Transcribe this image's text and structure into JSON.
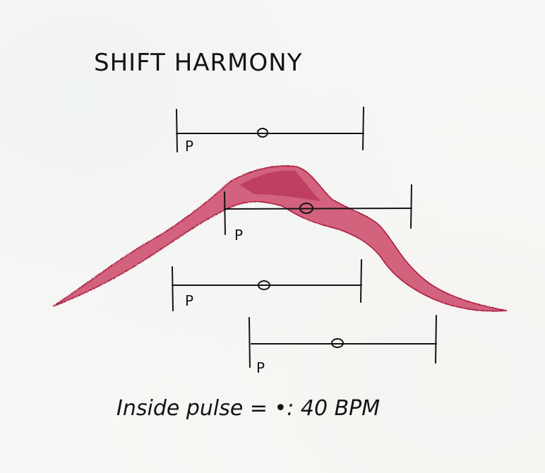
{
  "title": "SHIFT HARMONY",
  "caption": "Inside pulse = •: 40 BPM",
  "colors": {
    "ink": "#141414",
    "shape": "#c93a5c",
    "shape_dark": "#a8173e",
    "paper": "#f8f8f6"
  },
  "bar_labels": [
    "P",
    "P",
    "P",
    "P"
  ],
  "pulse_marks": [
    "O",
    "O",
    "O",
    "O"
  ]
}
